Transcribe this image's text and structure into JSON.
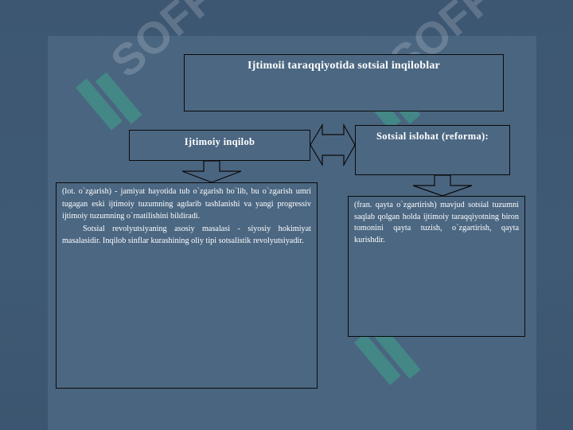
{
  "diagram": {
    "title": "Ijtimoii  taraqqiyotida  sotsial inqiloblar",
    "left": {
      "heading": "Ijtimoiy   inqilob",
      "paragraph_1": "(lot. o`zgarish) - jamiyat hayotida tub o`zgarish bo`lib, bu o`zgarish umri tugagan eski  ijtimoiy tuzumning agdarib tashlanishi va yangi progressiv ijtimoiy tuzumning o`rnatilishini bildiradi.",
      "paragraph_2": "Sotsial revolyutsiyaning asosiy masalasi - siyosiy hokimiyat masalasidir. Inqilob  sinflar kurashining oliy tipi sotsalistik revolyutsiyadir."
    },
    "right": {
      "heading": "Sotsial  islohat  (reforma):",
      "paragraph": "(fran. qayta o`zgartirish) mavjud sotsial tuzumni saqlab qolgan holda ijtimoiy taraqqiyotning biron tomonini qayta tuzish, o`zgartirish, qayta kurishdir."
    }
  },
  "colors": {
    "background": "#3e5873",
    "box_fill": "#4b6782",
    "border": "#0a0a0a",
    "text": "#ffffff",
    "watermark": "#3fa58c"
  },
  "watermark_text": "SOFF"
}
